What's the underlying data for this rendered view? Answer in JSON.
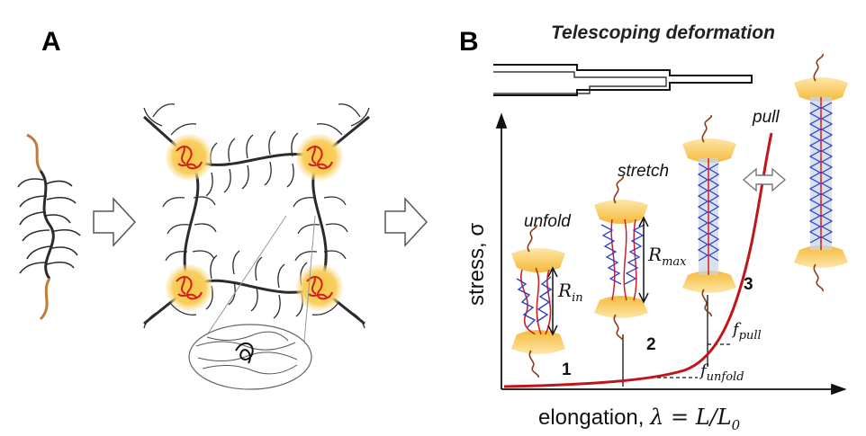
{
  "panels": {
    "a": "A",
    "b": "B"
  },
  "title": "Telescoping deformation",
  "stages": {
    "unfold": "unfold",
    "stretch": "stretch",
    "pull": "pull"
  },
  "numbers": {
    "n1": "1",
    "n2": "2",
    "n3": "3"
  },
  "axes": {
    "ylabel": "stress, σ",
    "xlabel_text": "elongation, ",
    "xlabel_math": "λ = L/L",
    "xlabel_sub": "0"
  },
  "labels": {
    "r_in": "R",
    "r_in_sub": "in",
    "r_max": "R",
    "r_max_sub": "max",
    "f_pull": "f",
    "f_pull_sub": "pull",
    "f_unfold": "f",
    "f_unfold_sub": "unfold"
  },
  "colors": {
    "curve": "#c0161b",
    "core": "#f5c542",
    "backbone": "#2b2b2b",
    "end_block": "#c07a3a",
    "chain_red": "#d21f1f",
    "chain_blue": "#2c3fc9",
    "tube": "#c9d6e4"
  }
}
